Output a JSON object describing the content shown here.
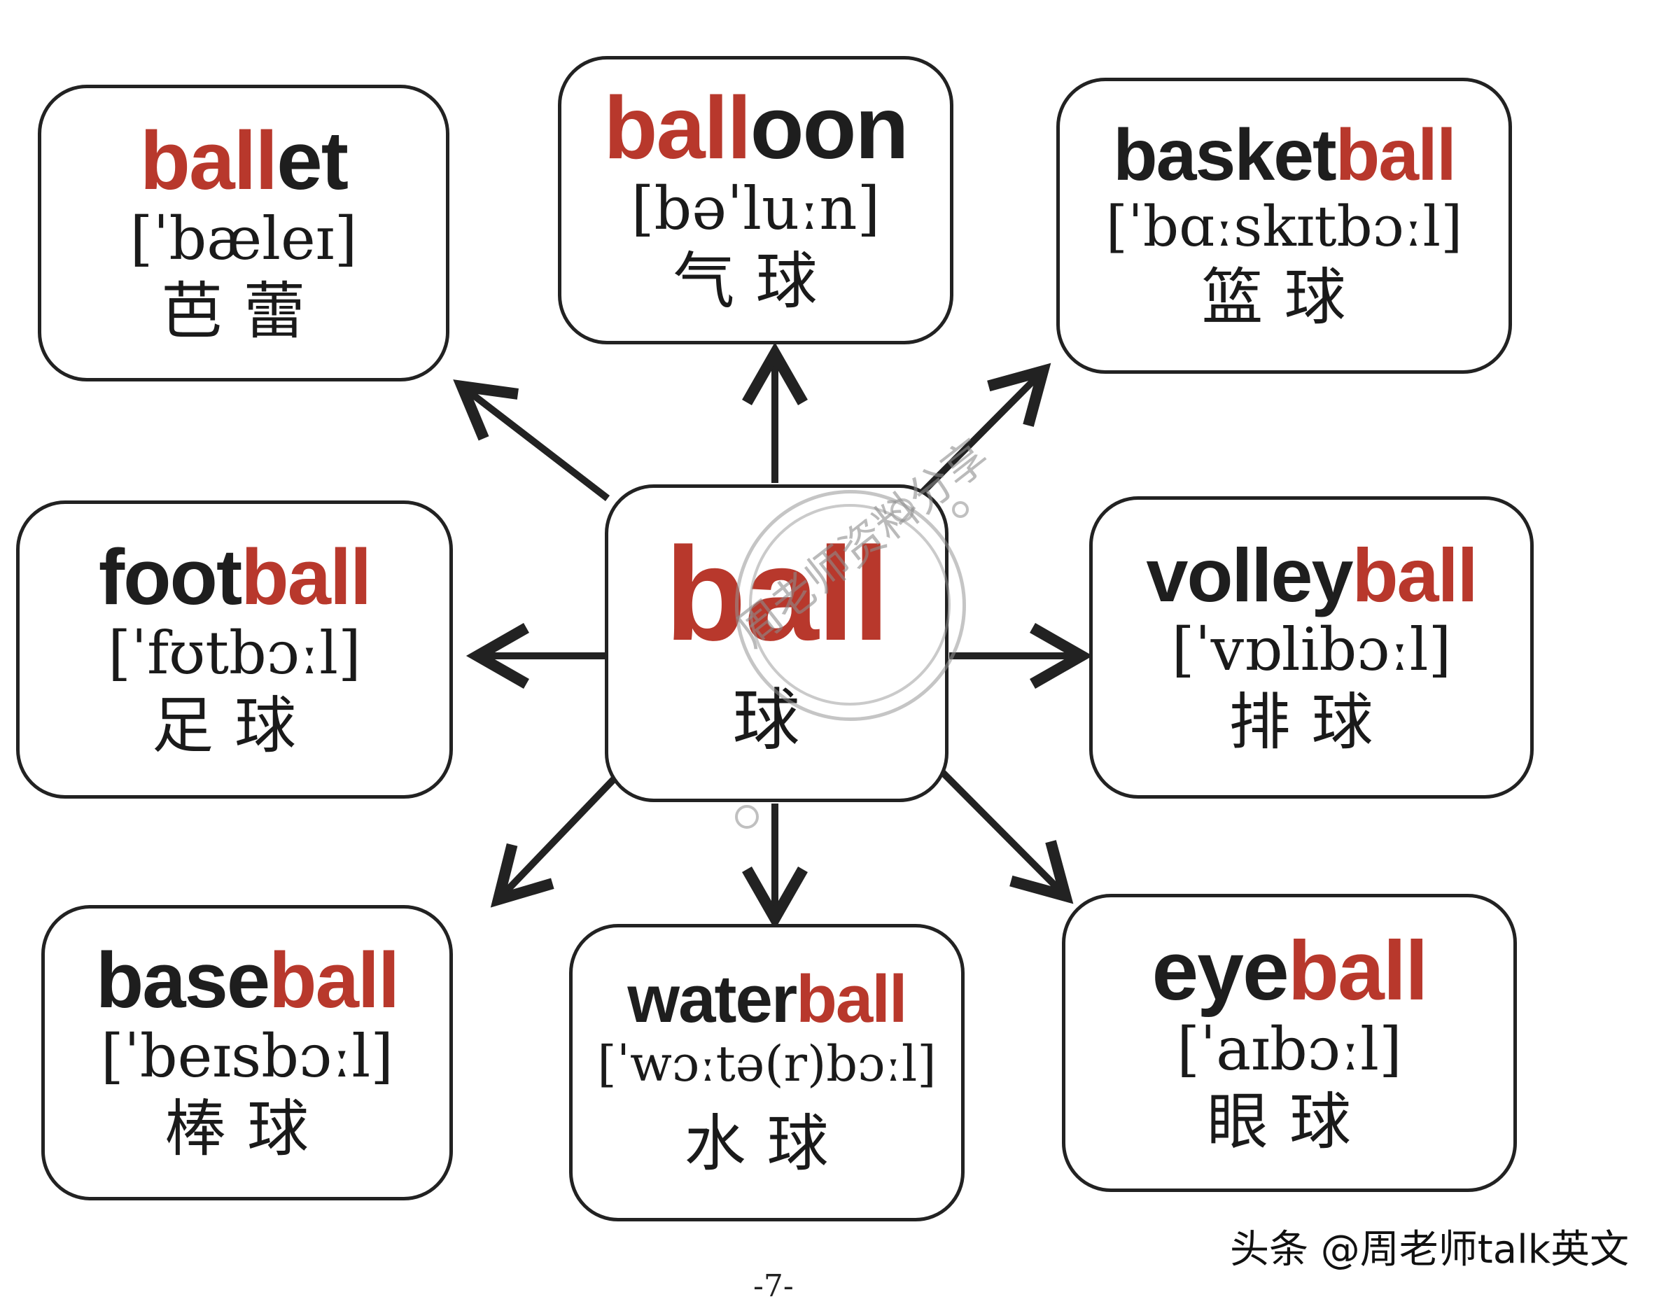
{
  "center": {
    "word": "ball",
    "zh": "球"
  },
  "nodes": {
    "ballet": {
      "prefix": "",
      "ball": "ball",
      "suffix": "et",
      "ipa": "[ˈbæleɪ]",
      "zh": "芭蕾"
    },
    "balloon": {
      "prefix": "",
      "ball": "ball",
      "suffix": "oon",
      "ipa": "[bəˈluːn]",
      "zh": "气球"
    },
    "basketball": {
      "prefix": "basket",
      "ball": "ball",
      "suffix": "",
      "ipa": "[ˈbɑːskɪtbɔːl]",
      "zh": "篮球"
    },
    "football": {
      "prefix": "foot",
      "ball": "ball",
      "suffix": "",
      "ipa": "[ˈfʊtbɔːl]",
      "zh": "足球"
    },
    "volleyball": {
      "prefix": "volley",
      "ball": "ball",
      "suffix": "",
      "ipa": "[ˈvɒlibɔːl]",
      "zh": "排球"
    },
    "baseball": {
      "prefix": "base",
      "ball": "ball",
      "suffix": "",
      "ipa": "[ˈbeɪsbɔːl]",
      "zh": "棒球"
    },
    "waterball": {
      "prefix": "water",
      "ball": "ball",
      "suffix": "",
      "ipa": "[ˈwɔːtə(r)bɔːl]",
      "zh": "水球"
    },
    "eyeball": {
      "prefix": "eye",
      "ball": "ball",
      "suffix": "",
      "ipa": "[ˈaɪbɔːl]",
      "zh": "眼球"
    }
  },
  "watermark": {
    "text": "周老师资料分享"
  },
  "footer": {
    "credit": "头条 @周老师talk英文",
    "page_number": "-7-"
  },
  "colors": {
    "highlight": "#b8382c",
    "text": "#1e1e1e",
    "border": "#222222"
  }
}
